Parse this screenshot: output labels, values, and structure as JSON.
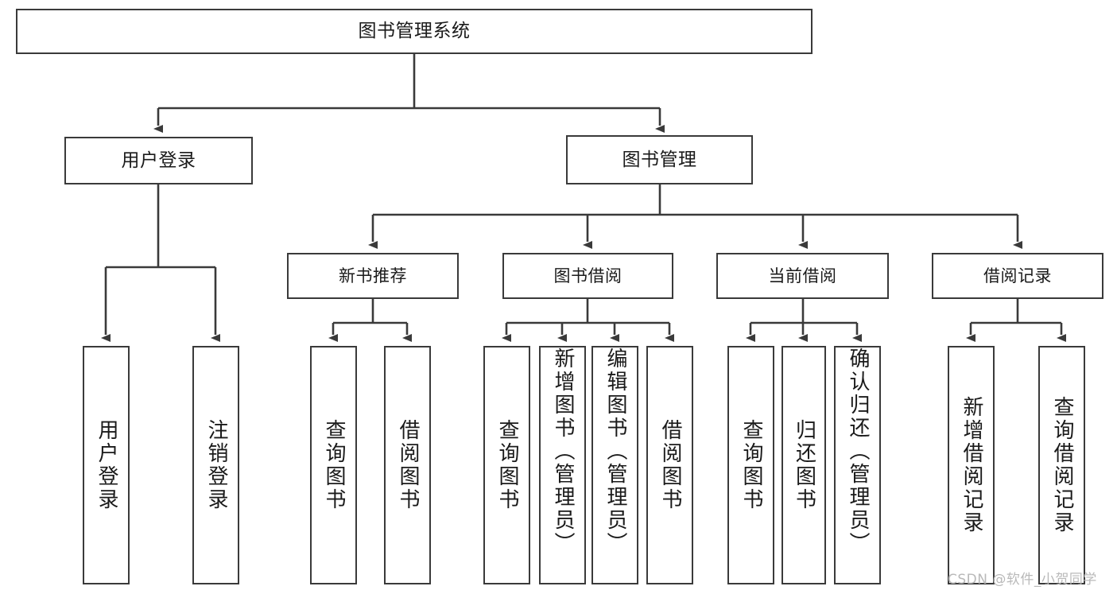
{
  "diagram": {
    "title": "图书管理系统",
    "type": "tree-hierarchy",
    "orientation": "top-down",
    "colors": {
      "stroke": "#3a3a3a",
      "fill": "#ffffff",
      "text": "#1a1a1a",
      "watermark": "#b9b9b9"
    },
    "root": {
      "label": "图书管理系统"
    },
    "level1": [
      {
        "label": "用户登录"
      },
      {
        "label": "图书管理"
      }
    ],
    "level2": [
      {
        "label": "新书推荐"
      },
      {
        "label": "图书借阅"
      },
      {
        "label": "当前借阅"
      },
      {
        "label": "借阅记录"
      }
    ],
    "leaves": {
      "user_login": [
        {
          "label": "用户登录"
        },
        {
          "label": "注销登录"
        }
      ],
      "new_book_recommend": [
        {
          "label": "查询图书"
        },
        {
          "label": "借阅图书"
        }
      ],
      "book_borrow": [
        {
          "label": "查询图书"
        },
        {
          "label": "新增图书（管理员）"
        },
        {
          "label": "编辑图书（管理员）"
        },
        {
          "label": "借阅图书"
        }
      ],
      "current_borrow": [
        {
          "label": "查询图书"
        },
        {
          "label": "归还图书"
        },
        {
          "label": "确认归还（管理员）"
        }
      ],
      "borrow_record": [
        {
          "label": "新增借阅记录"
        },
        {
          "label": "查询借阅记录"
        }
      ]
    }
  },
  "watermark": {
    "text": "CSDN @软件_小贺同学"
  }
}
